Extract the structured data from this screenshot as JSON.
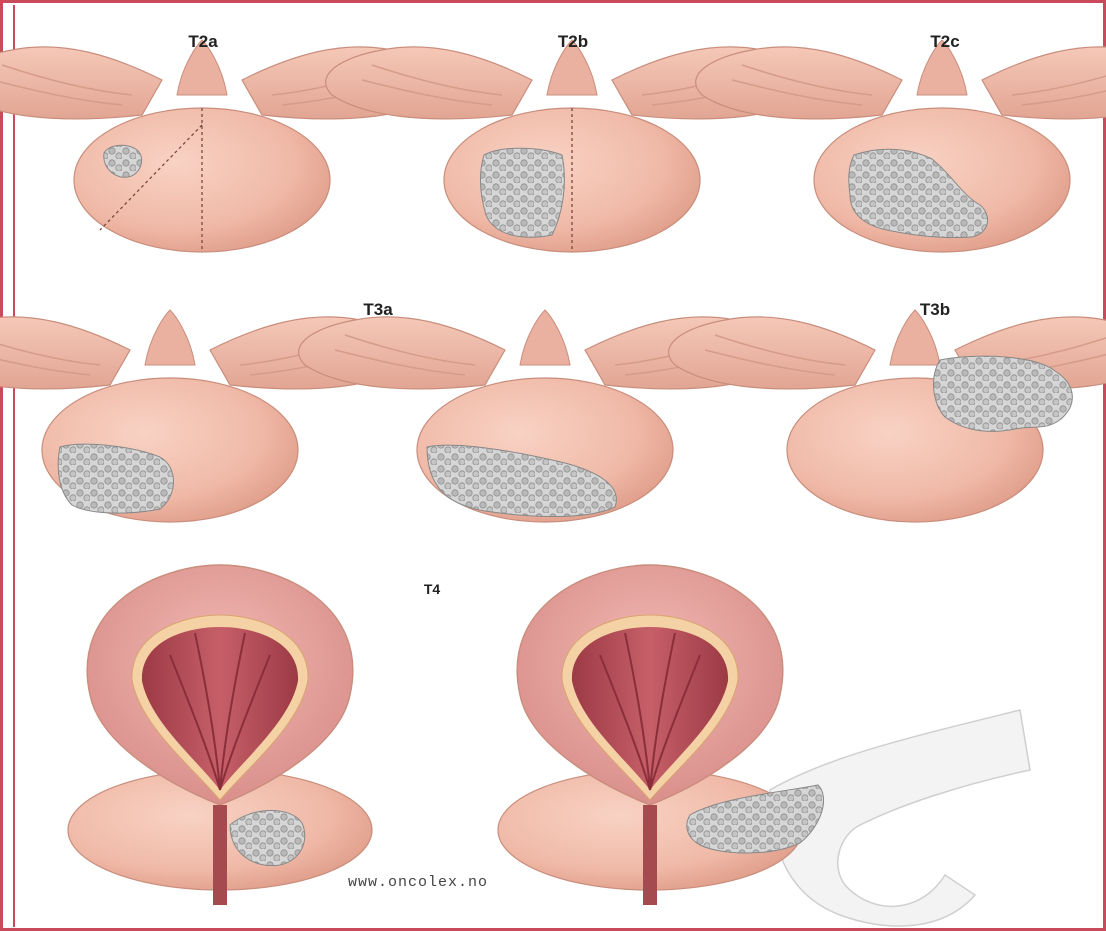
{
  "labels": {
    "t2a": "T2a",
    "t2b": "T2b",
    "t2c": "T2c",
    "t3a": "T3a",
    "t3b": "T3b",
    "t4": "T4"
  },
  "credit": "www.oncolex.no",
  "colors": {
    "frame": "#c94a5a",
    "gland": "#f1bfae",
    "vesicle": "#eab1a0",
    "tumor": "#c9c9c9",
    "bladder_wall": "#e7a3a0",
    "bladder_lumen": "#b04b55",
    "bone": "#f1f1f1"
  }
}
